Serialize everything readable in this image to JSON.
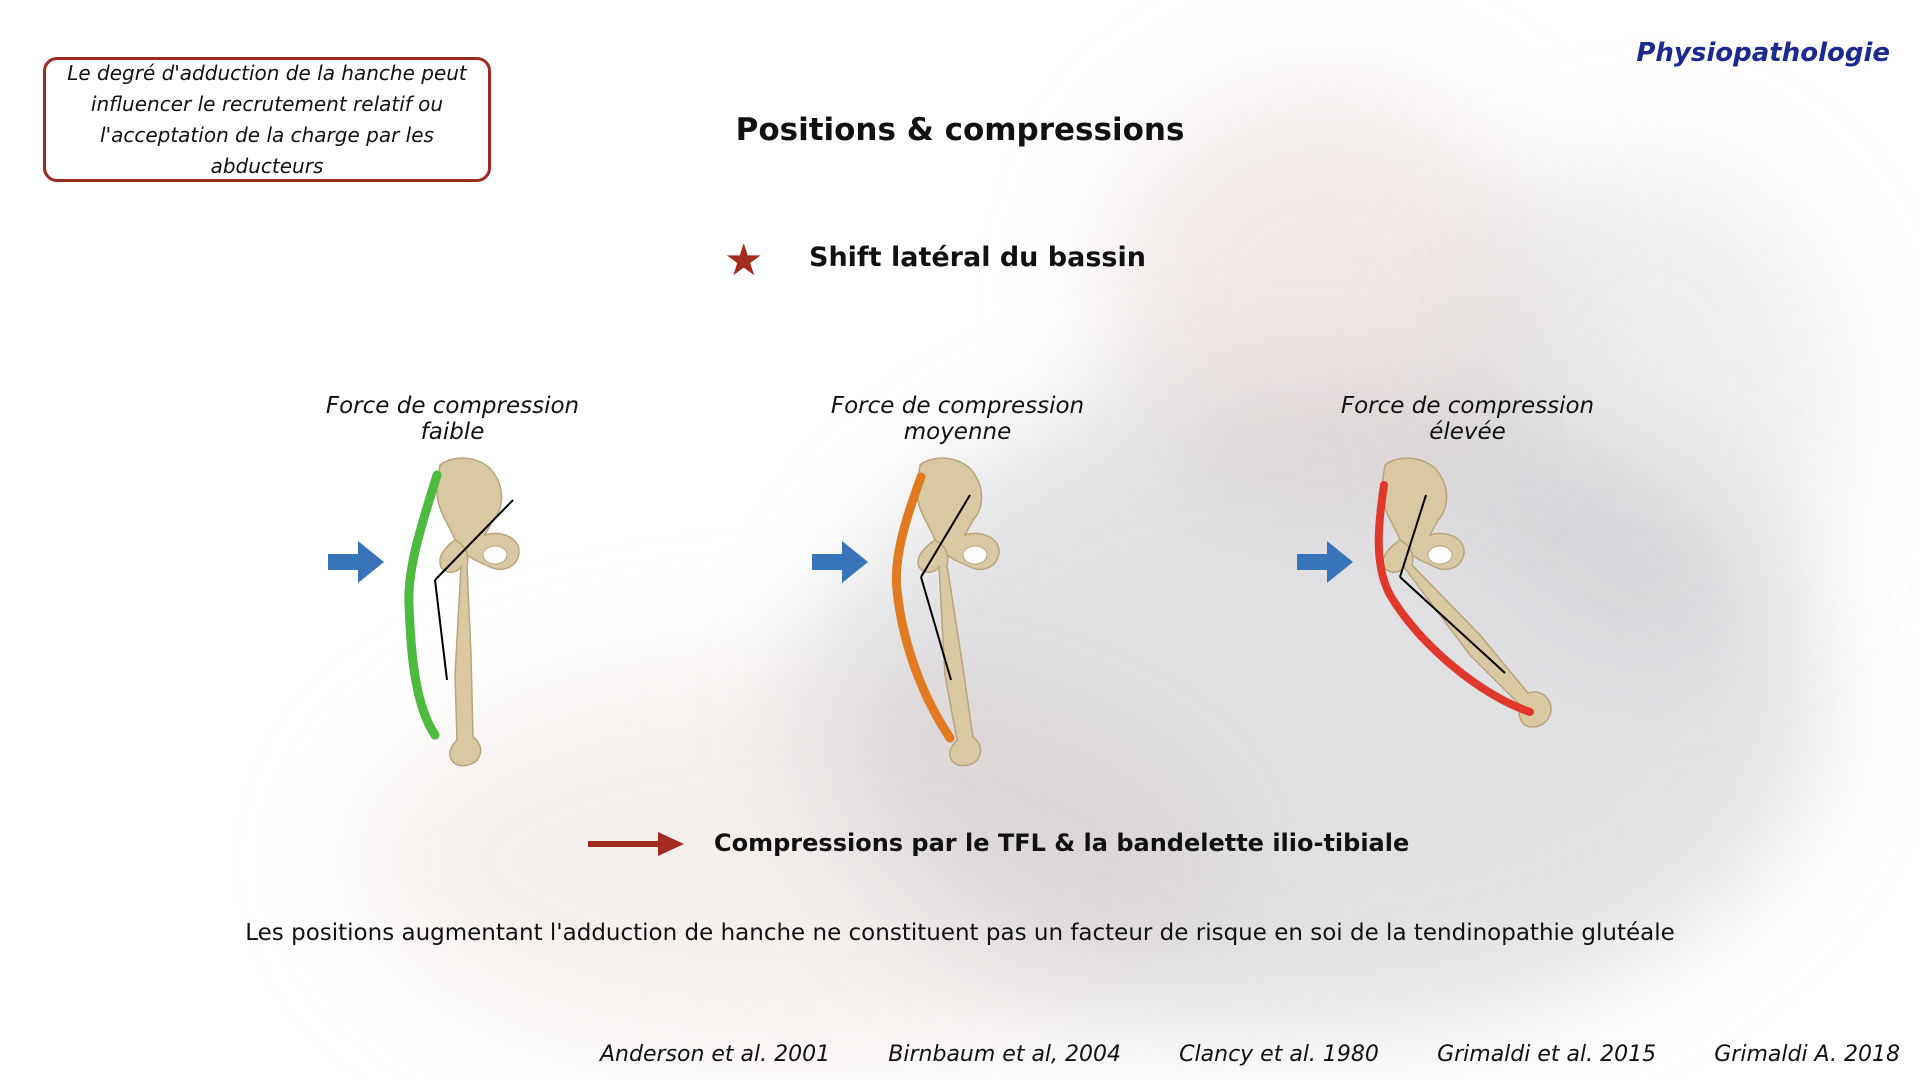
{
  "header": {
    "section": "Physiopathologie",
    "title": "Positions & compressions"
  },
  "note": {
    "text": "Le degré d'adduction de la hanche peut influencer le recrutement relatif ou l'acceptation de la charge par les abducteurs",
    "border_color": "#9d2a22"
  },
  "subtitle": {
    "icon": "star-icon",
    "text": "Shift latéral du bassin",
    "icon_color": "#a42b20"
  },
  "panels": [
    {
      "label": "Force de compression faible",
      "band_color": "#4cbb3f",
      "arrow_icon": "arrow-right-icon"
    },
    {
      "label": "Force de compression moyenne",
      "band_color": "#e07b22",
      "arrow_icon": "arrow-right-icon"
    },
    {
      "label": "Force de compression élevée",
      "band_color": "#e0392b",
      "arrow_icon": "arrow-right-icon"
    }
  ],
  "legend": {
    "text": "Compressions par le TFL & la bandelette ilio-tibiale",
    "arrow_color": "#a42b20"
  },
  "conclusion": "Les positions augmentant l'adduction de hanche ne constituent pas un facteur de risque en soi de la tendinopathie glutéale",
  "references": [
    "Anderson et al. 2001",
    "Birnbaum et al, 2004",
    "Clancy et al. 1980",
    "Grimaldi et al. 2015",
    "Grimaldi A. 2018"
  ],
  "colors": {
    "accent_blue": "#3874b9",
    "bone": "#d9c9a3",
    "section_blue": "#1c2a8f"
  }
}
